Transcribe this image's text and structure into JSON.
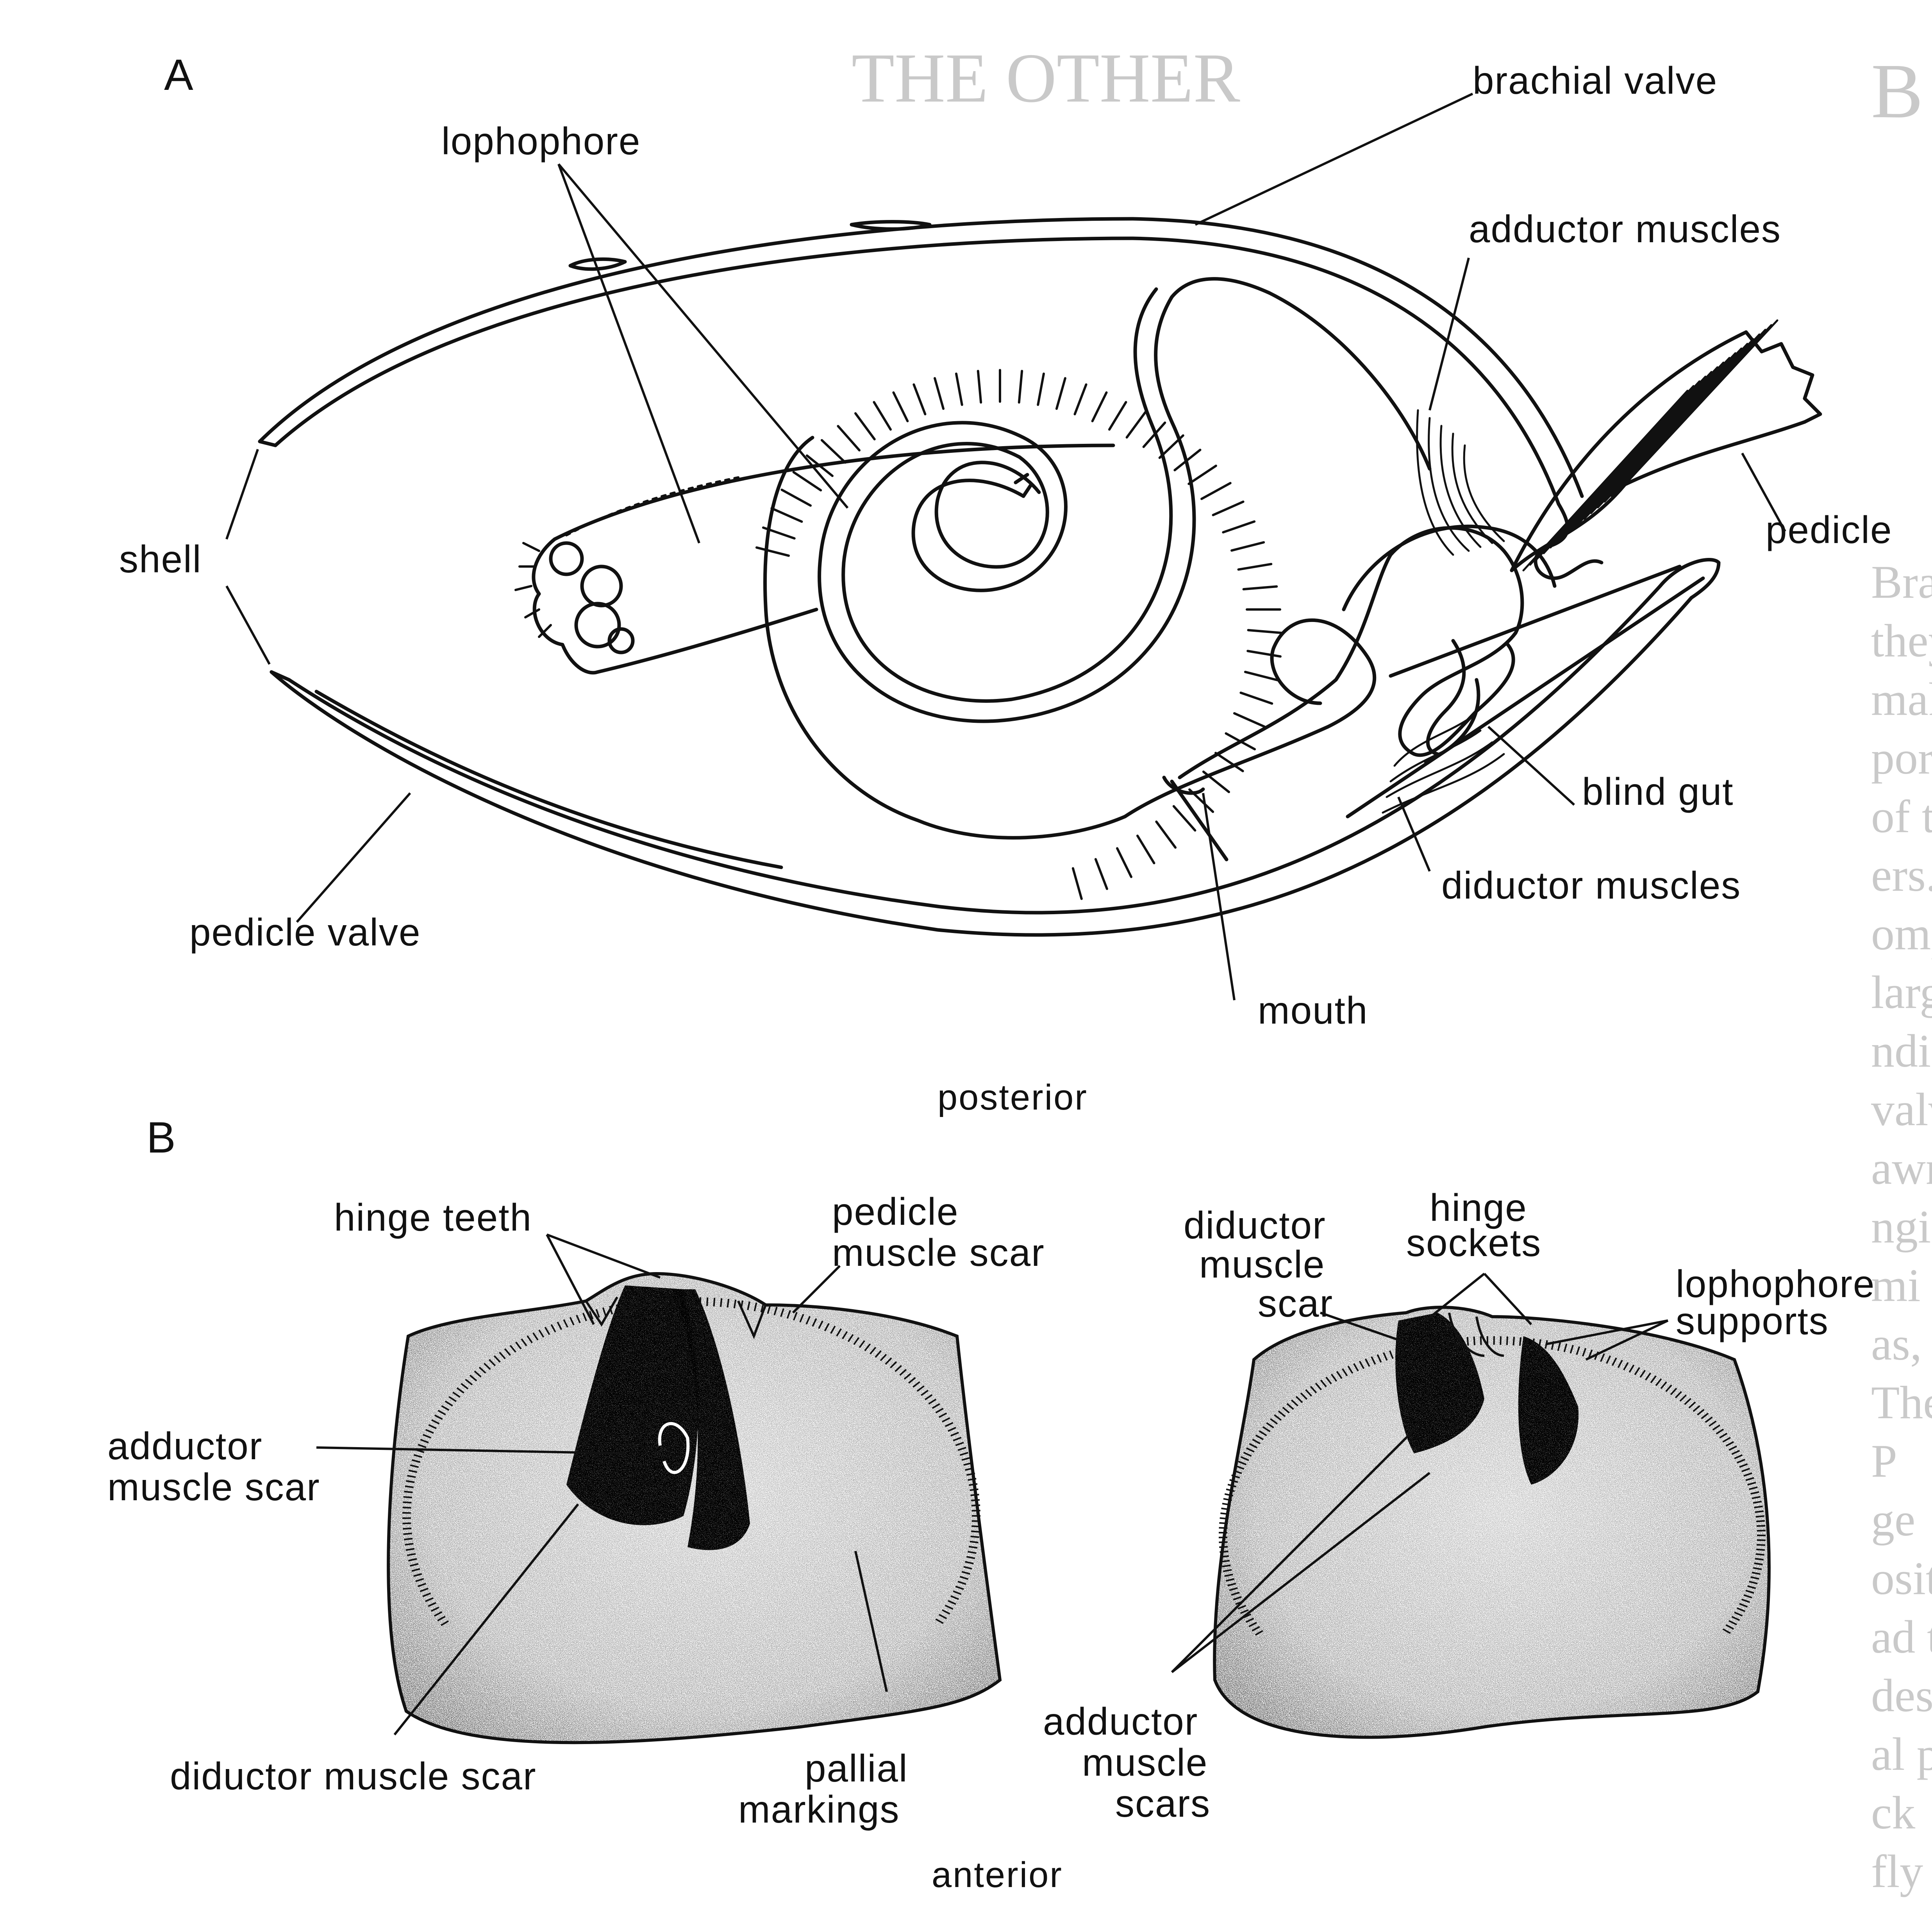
{
  "panels": {
    "a": {
      "letter": "A"
    },
    "b": {
      "letter": "B"
    }
  },
  "labels_a": {
    "brachial_valve": "brachial valve",
    "lophophore": "lophophore",
    "adductor_muscles": "adductor muscles",
    "shell": "shell",
    "pedicle": "pedicle",
    "blind_gut": "blind gut",
    "diductor_muscles": "diductor muscles",
    "pedicle_valve": "pedicle valve",
    "mouth": "mouth"
  },
  "labels_b": {
    "posterior": "posterior",
    "anterior": "anterior",
    "hinge_teeth": "hinge teeth",
    "pedicle_muscle_scar": [
      "pedicle",
      "muscle scar"
    ],
    "adductor_muscle_scar": [
      "adductor",
      "muscle scar"
    ],
    "diductor_muscle_scar": "diductor muscle scar",
    "pallial_markings": [
      "pallial",
      "markings"
    ],
    "diductor_muscle_scar_right": [
      "diductor",
      "muscle",
      "scar"
    ],
    "hinge_sockets": [
      "hinge",
      "sockets"
    ],
    "lophophore_supports": [
      "lophophore",
      "supports"
    ],
    "adductor_muscle_scars": [
      "adductor",
      "muscle",
      "scars"
    ]
  },
  "background_text": {
    "header": "THE OTHER",
    "margin_letter": "B",
    "margin_fragments": [
      "Brac",
      "they",
      "make",
      "ported",
      "of the",
      "ers. F",
      "ompr",
      "large",
      "ndi",
      "valv",
      "awn",
      "ngi",
      "mi",
      "as, an",
      "The b",
      "P",
      "ge",
      "osit",
      "ad t",
      "des",
      "al p",
      "ck",
      "fly"
    ]
  }
}
